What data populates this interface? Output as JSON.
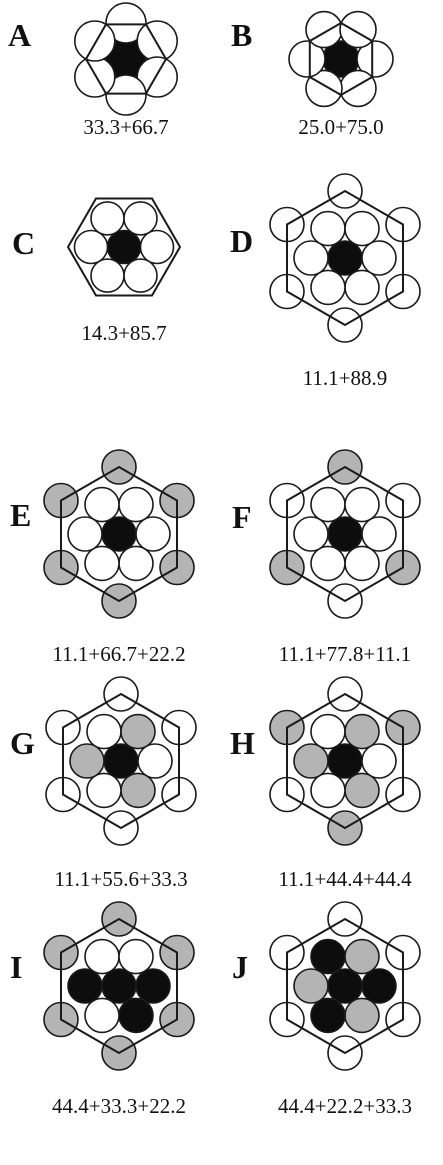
{
  "colors": {
    "white": "#ffffff",
    "black": "#0d0d0d",
    "gray": "#b4b4b4",
    "outline": "#1a1a1a"
  },
  "panels": [
    {
      "label": "A",
      "caption": "33.3+66.7",
      "kind": "A",
      "cells": {
        "c": "black"
      }
    },
    {
      "label": "B",
      "caption": "25.0+75.0",
      "kind": "B",
      "cells": {
        "c": "black"
      }
    },
    {
      "label": "C",
      "caption": "14.3+85.7",
      "kind": "C",
      "cells": {
        "c": "black"
      }
    },
    {
      "label": "D",
      "caption": "11.1+88.9",
      "kind": "D",
      "cells": {
        "c": "black"
      }
    },
    {
      "label": "E",
      "caption": "11.1+66.7+22.2",
      "kind": "D",
      "cells": {
        "c": "black",
        "o0": "gray",
        "o1": "gray",
        "o2": "gray",
        "o3": "gray",
        "o4": "gray",
        "o5": "gray"
      }
    },
    {
      "label": "F",
      "caption": "11.1+77.8+11.1",
      "kind": "D",
      "cells": {
        "c": "black",
        "o0": "gray",
        "o2": "gray",
        "o4": "gray"
      }
    },
    {
      "label": "G",
      "caption": "11.1+55.6+33.3",
      "kind": "D",
      "cells": {
        "c": "black",
        "i1": "gray",
        "i3": "gray",
        "i5": "gray"
      }
    },
    {
      "label": "H",
      "caption": "11.1+44.4+44.4",
      "kind": "D",
      "cells": {
        "c": "black",
        "o1": "gray",
        "o3": "gray",
        "o5": "gray",
        "i1": "gray",
        "i3": "gray",
        "i5": "gray"
      }
    },
    {
      "label": "I",
      "caption": "44.4+33.3+22.2",
      "kind": "D",
      "cells": {
        "c": "black",
        "i0": "black",
        "i1": "black",
        "i3": "black",
        "o0": "gray",
        "o1": "gray",
        "o2": "gray",
        "o3": "gray",
        "o4": "gray",
        "o5": "gray"
      }
    },
    {
      "label": "J",
      "caption": "44.4+22.2+33.3",
      "kind": "D",
      "cells": {
        "c": "black",
        "i0": "black",
        "i2": "black",
        "i4": "black",
        "i1": "gray",
        "i3": "gray",
        "i5": "gray"
      }
    }
  ]
}
